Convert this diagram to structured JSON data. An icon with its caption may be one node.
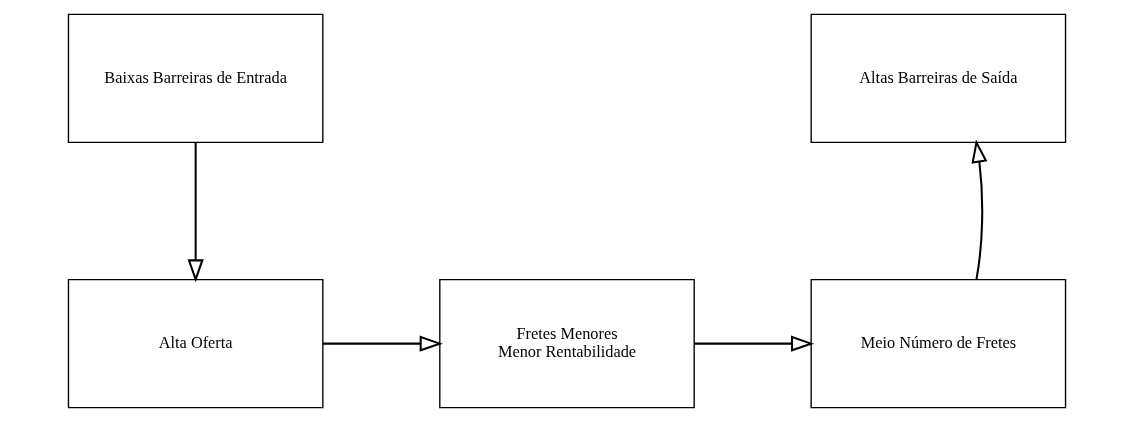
{
  "diagram": {
    "nodes": [
      {
        "text": [
          "Baixas Barreiras de Entrada"
        ]
      },
      {
        "text": [
          "Altas Barreiras de Saída"
        ]
      },
      {
        "text": [
          "Alta Oferta"
        ]
      },
      {
        "text": [
          "Fretes Menores",
          "Menor Rentabilidade"
        ]
      },
      {
        "text": [
          "Meio Número de Fretes"
        ]
      }
    ],
    "edges": [
      {
        "from": 0,
        "to": 2,
        "arrow": "to"
      },
      {
        "from": 2,
        "to": 3,
        "arrow": "to"
      },
      {
        "from": 3,
        "to": 4,
        "arrow": "to"
      },
      {
        "from": 4,
        "to": 1,
        "arrow": "to"
      }
    ]
  }
}
